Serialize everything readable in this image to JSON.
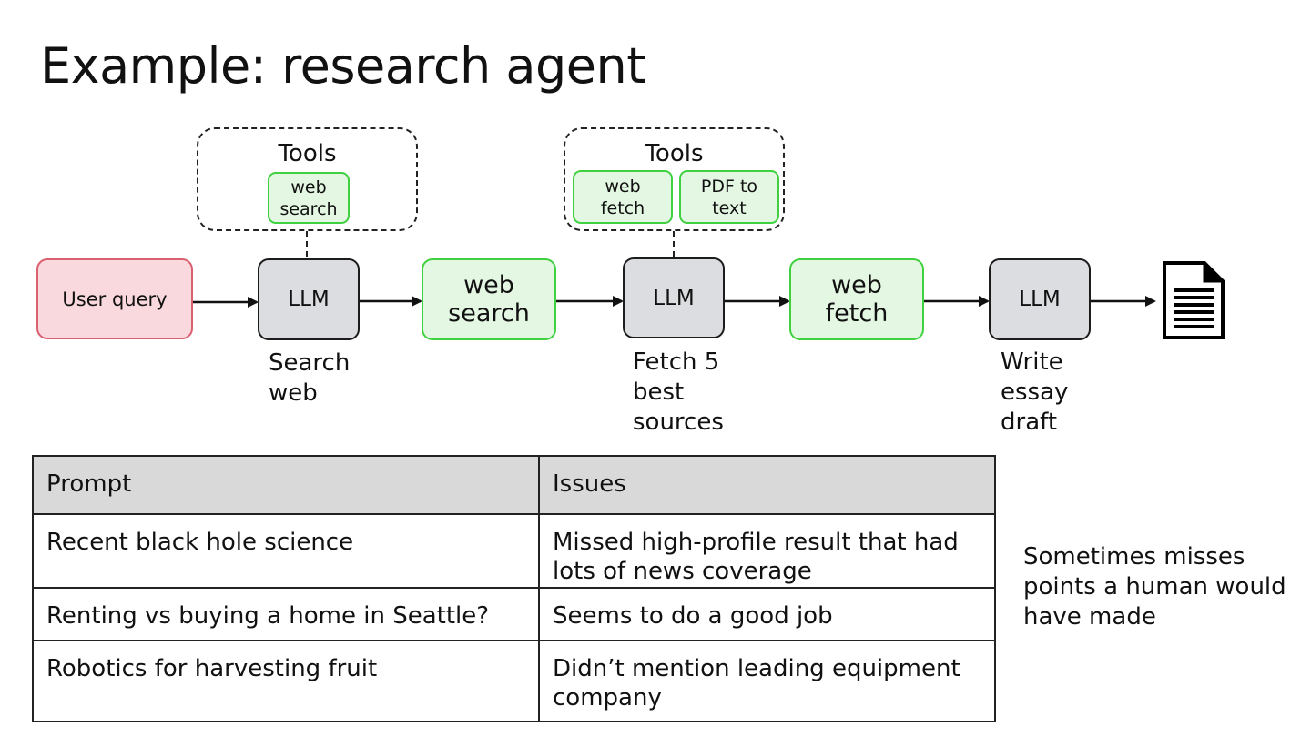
{
  "title": "Example: research agent",
  "diagram": {
    "user_query": "User query",
    "llm_label": "LLM",
    "tools_label": "Tools",
    "tools_1": {
      "chips": [
        "web\nsearch"
      ]
    },
    "tools_2": {
      "chips": [
        "web\nfetch",
        "PDF to\ntext"
      ]
    },
    "step_1": {
      "caption": "Search\nweb"
    },
    "tool_1": "web\nsearch",
    "step_2": {
      "caption": "Fetch 5\nbest\nsources"
    },
    "tool_2": "web\nfetch",
    "step_3": {
      "caption": "Write\nessay\ndraft"
    },
    "output_icon": "document-icon"
  },
  "table": {
    "headers": [
      "Prompt",
      "Issues"
    ],
    "rows": [
      [
        "Recent black hole science",
        "Missed high-profile result that had lots of news coverage"
      ],
      [
        "Renting vs buying a home in Seattle?",
        "Seems to do a good job"
      ],
      [
        "Robotics for harvesting fruit",
        "Didn’t mention leading equipment company"
      ]
    ]
  },
  "side_note": "Sometimes misses points a human would have made",
  "colors": {
    "query_fill": "#f9d9de",
    "query_border": "#d9606f",
    "llm_fill": "#dcdde0",
    "tool_fill": "#e4f7e3",
    "tool_border": "#3fd13f",
    "table_header_fill": "#d9d9d9"
  }
}
